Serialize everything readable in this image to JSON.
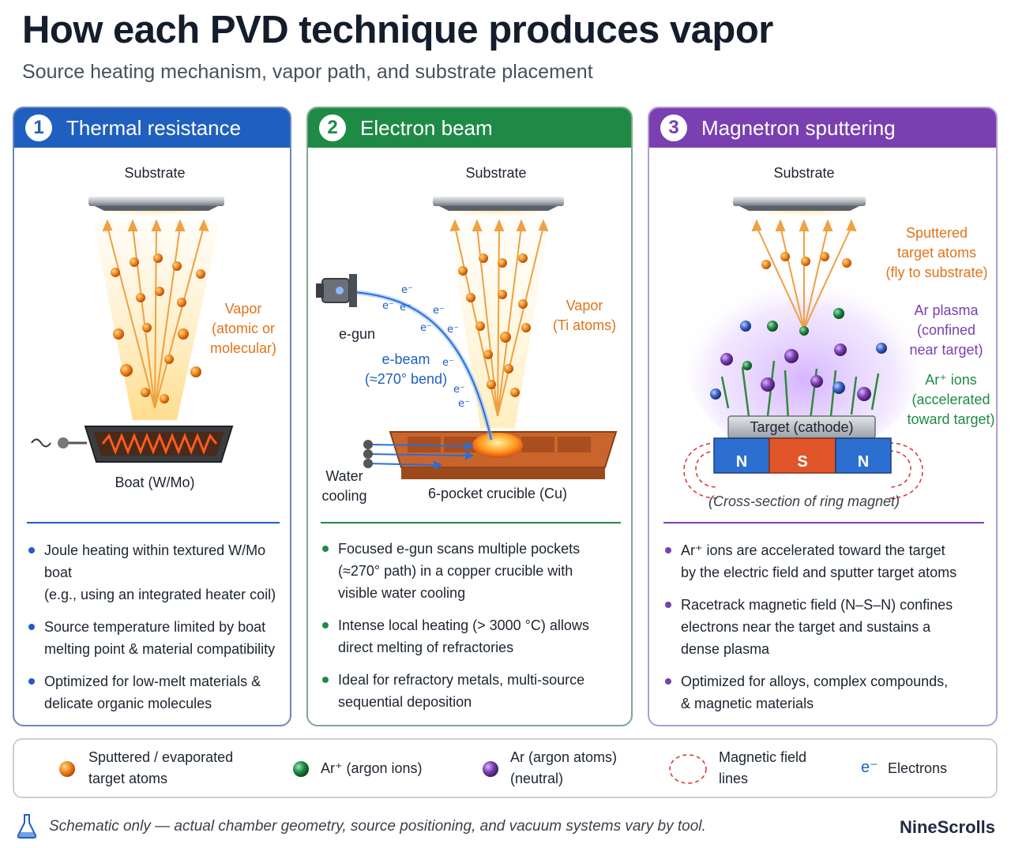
{
  "title": "How each PVD technique produces vapor",
  "subtitle": "Source heating mechanism, vapor path, and substrate placement",
  "colors": {
    "thermal": "#1f5fbf",
    "ebeam": "#1f8a46",
    "sputter": "#7a3fb0",
    "vapor": "#e0741a"
  },
  "panels": [
    {
      "number": "1",
      "title": "Thermal resistance",
      "labels": {
        "substrate": "Substrate",
        "vapor": [
          "Vapor",
          "(atomic or",
          "molecular)"
        ],
        "boat": "Boat (W/Mo)"
      },
      "bullets": [
        [
          "Joule heating within textured W/Mo boat",
          "(e.g., using an integrated heater coil)"
        ],
        [
          "Source temperature limited by boat",
          "melting point & material compatibility"
        ],
        [
          "Optimized for low-melt materials &",
          "delicate organic molecules"
        ]
      ]
    },
    {
      "number": "2",
      "title": "Electron beam",
      "labels": {
        "substrate": "Substrate",
        "vapor": [
          "Vapor",
          "(Ti atoms)"
        ],
        "egun": "e-gun",
        "ebeam": [
          "e-beam",
          "(≈270° bend)"
        ],
        "water": [
          "Water",
          "cooling"
        ],
        "crucible": "6-pocket crucible (Cu)"
      },
      "bullets": [
        [
          "Focused e-gun scans multiple pockets",
          "(≈270° path) in a copper crucible with",
          "visible water cooling"
        ],
        [
          "Intense local heating (> 3000 °C) allows",
          "direct melting of refractories"
        ],
        [
          "Ideal for refractory metals, multi-source",
          "sequential deposition"
        ]
      ]
    },
    {
      "number": "3",
      "title": "Magnetron sputtering",
      "labels": {
        "substrate": "Substrate",
        "sputtered": [
          "Sputtered",
          "target atoms",
          "(fly to substrate)"
        ],
        "plasma": [
          "Ar plasma",
          "(confined",
          "near target)"
        ],
        "ions": [
          "Ar⁺ ions",
          "(accelerated",
          "toward target)"
        ],
        "target": "Target (cathode)",
        "magnets": [
          "N",
          "S",
          "N"
        ],
        "magnet_caption": "(Cross-section of ring magnet)"
      },
      "bullets": [
        [
          "Ar⁺ ions are accelerated toward the target",
          "by the electric field and sputter target atoms"
        ],
        [
          "Racetrack magnetic field (N–S–N) confines",
          "electrons near the target and sustains a",
          "dense plasma"
        ],
        [
          "Optimized for alloys, complex compounds,",
          "& magnetic materials"
        ]
      ]
    }
  ],
  "legend": [
    {
      "icon": "orange-atom-icon",
      "text": [
        "Sputtered / evaporated",
        "target atoms"
      ]
    },
    {
      "icon": "green-atom-icon",
      "text": [
        "Ar⁺ (argon ions)"
      ]
    },
    {
      "icon": "purple-atom-icon",
      "text": [
        "Ar (argon atoms)",
        "(neutral)"
      ]
    },
    {
      "icon": "field-lines-icon",
      "text": [
        "Magnetic field",
        "lines"
      ]
    },
    {
      "icon": "electron-icon",
      "symbol": "e⁻",
      "text": [
        "Electrons"
      ]
    }
  ],
  "footer": {
    "note": "Schematic only — actual chamber geometry, source positioning, and vacuum systems vary by tool.",
    "brand": "NineScrolls"
  }
}
